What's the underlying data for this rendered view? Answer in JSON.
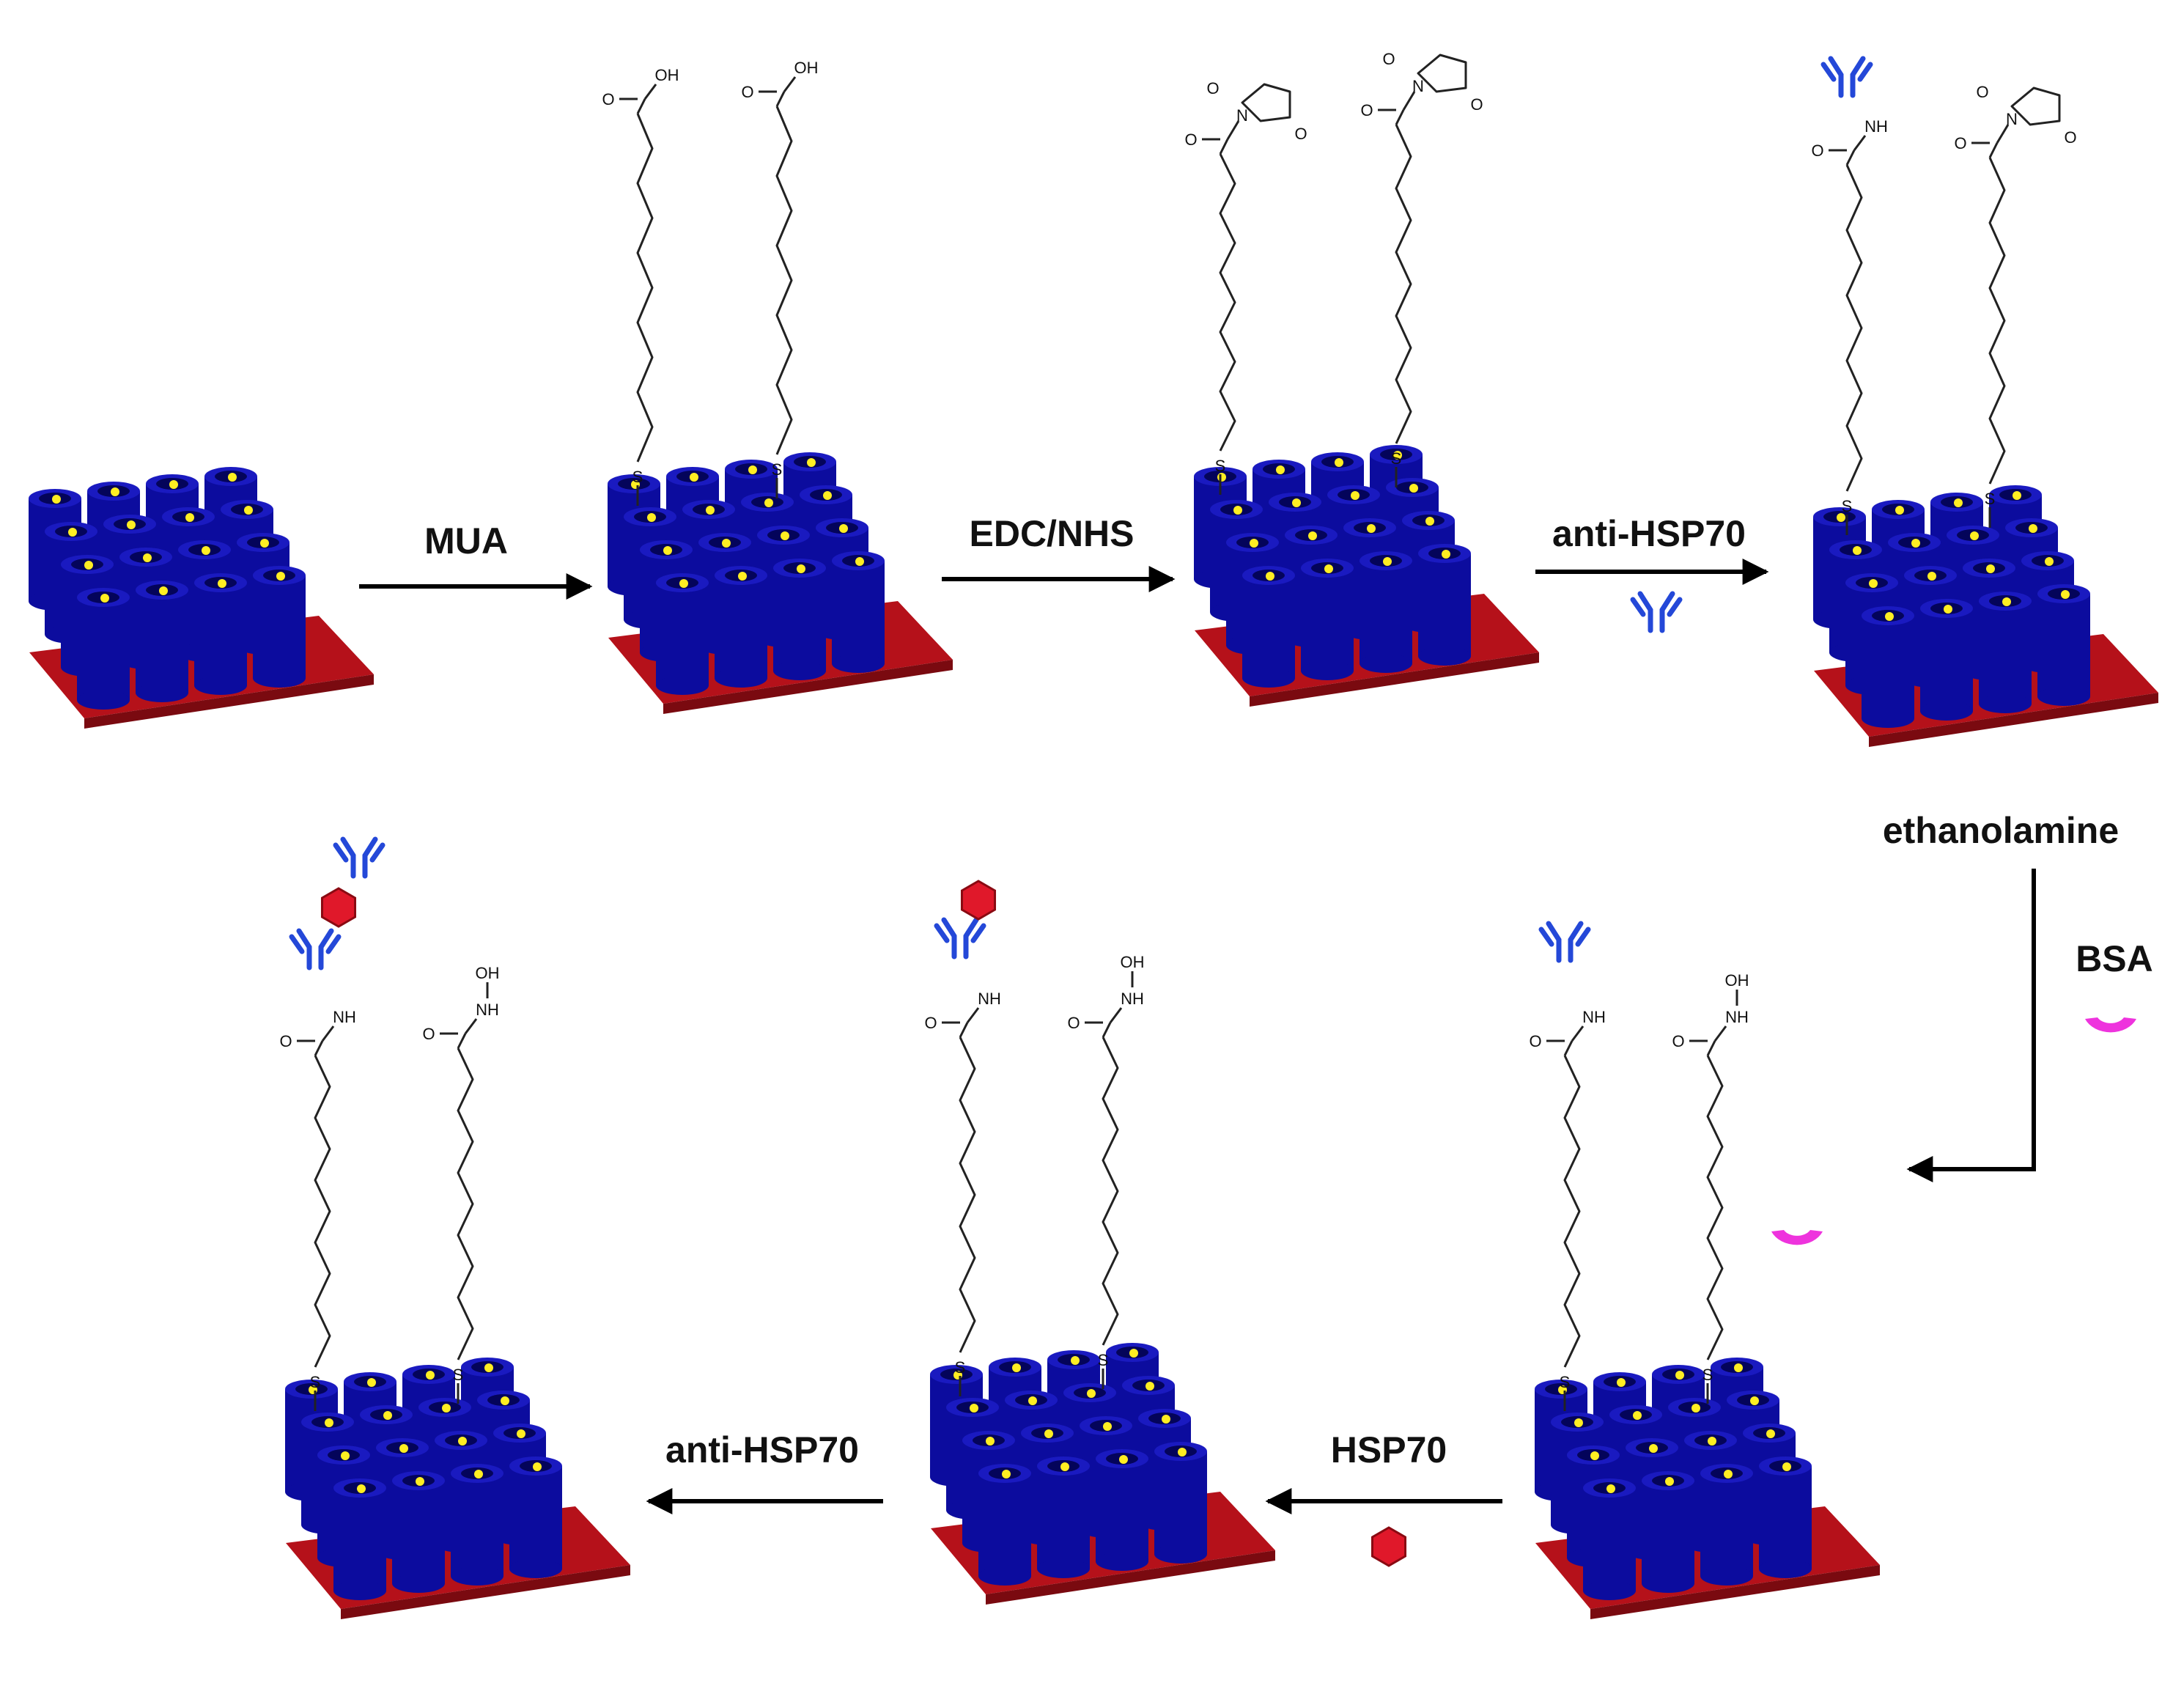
{
  "steps": {
    "mua": "MUA",
    "edc_nhs": "EDC/NHS",
    "anti_hsp70_1": "anti-HSP70",
    "ethanolamine": "ethanolamine",
    "bsa": "BSA",
    "hsp70": "HSP70",
    "anti_hsp70_2": "anti-HSP70"
  },
  "atoms": {
    "oh": "OH",
    "o": "O",
    "n": "N",
    "nh": "NH",
    "s": "S"
  },
  "colors": {
    "tube": "#0c0c9e",
    "tube_inner": "#04045a",
    "dot": "#ffee22",
    "base": "#b5111a",
    "antibody": "#2448d8",
    "hsp70": "#e0182a",
    "bsa": "#ee33dd",
    "arrow": "#000000"
  }
}
